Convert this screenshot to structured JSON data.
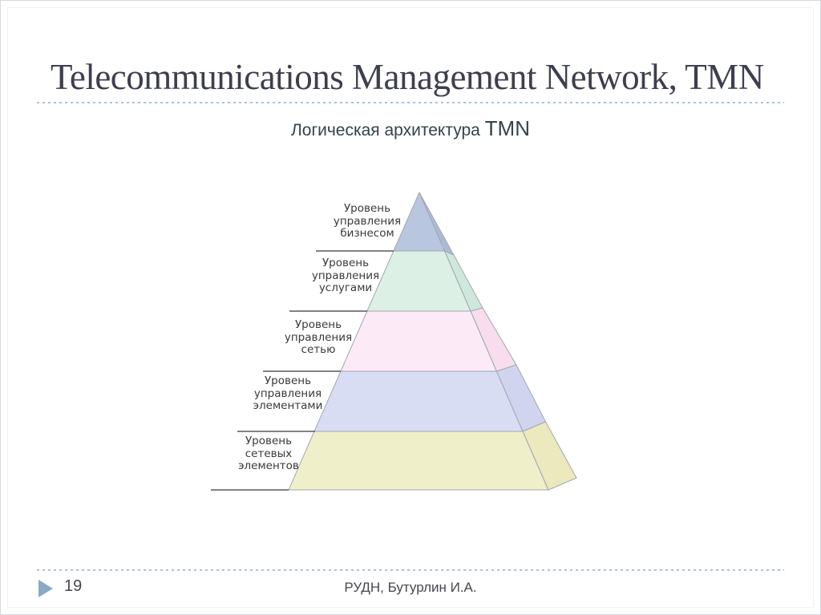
{
  "slide": {
    "title": "Telecommunications Management Network, TMN",
    "subtitle": {
      "text": "Логическая архитектура",
      "accent": "TMN"
    },
    "footer": {
      "page_number": "19",
      "credit": "РУДН, Бутурлин И.А."
    }
  },
  "pyramid": {
    "levels": [
      {
        "name": "business-management-level",
        "label": "Уровень\nуправления\nбизнесом",
        "front_color": "#b9c6e0",
        "side_color": "#abbad6"
      },
      {
        "name": "service-management-level",
        "label": "Уровень\nуправления\nуслугами",
        "front_color": "#ddf0e6",
        "side_color": "#cfe8dc"
      },
      {
        "name": "network-management-level",
        "label": "Уровень\nуправления\nсетью",
        "front_color": "#fcebf6",
        "side_color": "#f7ddee"
      },
      {
        "name": "element-management-level",
        "label": "Уровень\nуправления\nэлементами",
        "front_color": "#d9ddf4",
        "side_color": "#d0d4ee"
      },
      {
        "name": "network-elements-level",
        "label": "Уровень\nсетевых\nэлементов",
        "front_color": "#efefc9",
        "side_color": "#ebe9bd"
      }
    ]
  },
  "theme": {
    "title_color": "#3d3f4e",
    "subtitle_color": "#33434b",
    "label_text_color": "#3a3a3a",
    "footer_text_color": "#47474f",
    "arrow_color": "#8ba9c6",
    "dotted_line_color": "#aac3d6",
    "pyramid_outline_color": "#a3a7b0",
    "pyramid_separator_color": "#58585c"
  }
}
